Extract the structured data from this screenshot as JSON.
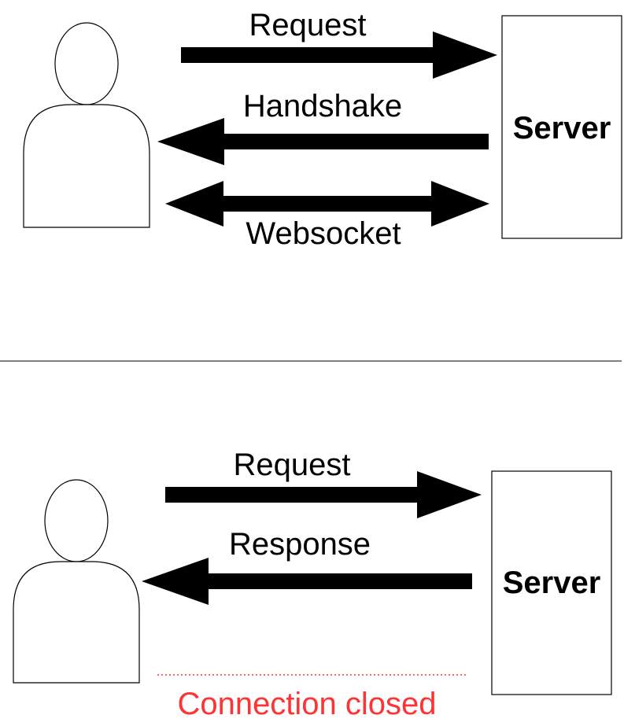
{
  "top_diagram": {
    "request_label": "Request",
    "handshake_label": "Handshake",
    "websocket_label": "Websocket",
    "server_label": "Server"
  },
  "bottom_diagram": {
    "request_label": "Request",
    "response_label": "Response",
    "server_label": "Server",
    "connection_closed_label": "Connection closed"
  },
  "colors": {
    "stroke": "#000000",
    "connection_closed": "#ff3333"
  }
}
